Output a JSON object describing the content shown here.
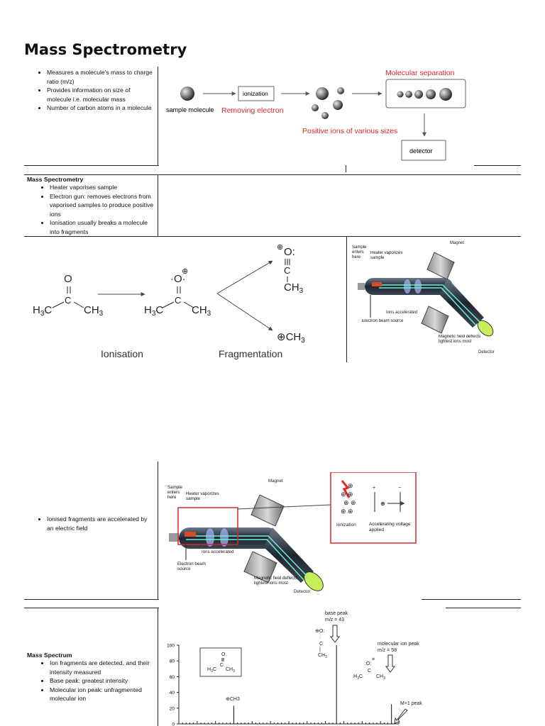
{
  "title": "Mass Spectrometry",
  "section1": {
    "bullets": [
      "Measures a molecule's mass to charge ratio (m/z)",
      "Provides information on size of molecule i.e. molecular mass",
      "Number of carbon atoms in a molecule"
    ],
    "diagram": {
      "sample_molecule": "sample molecule",
      "ionization": "ionization",
      "removing_electron": "Removing electron",
      "positive_ions": "Positive ions of various sizes",
      "molecular_separation": "Molecular separation",
      "detector": "detector",
      "accent_color": "#e0262a"
    }
  },
  "section2": {
    "heading": "Mass Spectrometry",
    "bullets": [
      "Heater vaporises sample",
      "Electron gun: removes electrons from vaporised samples to produce positive ions",
      "Ionisation usually breaks a molecule into fragments"
    ],
    "ionisation_label": "Ionisation",
    "fragmentation_label": "Fragmentation",
    "apparatus": {
      "magnet": "Magnet",
      "sample_enters": "Sample enters here",
      "heater": "Heater vaporizes sample",
      "ions_accelerated": "Ions accelerated",
      "electron_beam": "Electron beam source",
      "magnetic_field": "Magnetic field deflects lightest ions most",
      "detector": "Detector"
    }
  },
  "section3": {
    "bullets": [
      "Ionised fragments are accelerated by an electric field"
    ],
    "inset": {
      "ionization": "Ionization",
      "accelerating": "Accelerating voltage applied"
    }
  },
  "section4": {
    "heading": "Mass Spectrum",
    "bullets": [
      "Ion fragments are detected, and their intensity measured",
      "Base peak: greatest intensity",
      "Molecular ion peak: unfragmented molecular ion"
    ]
  },
  "chart_data": {
    "type": "bar",
    "y_ticks": [
      0,
      20,
      40,
      60,
      80,
      100
    ],
    "ylim": [
      0,
      100
    ],
    "annotations": {
      "base_peak": "base peak",
      "base_peak_mz": "m/z = 43",
      "molecular_ion_peak": "molecular ion peak",
      "molecular_ion_mz": "m/z = 58",
      "m_plus_1": "M+1 peak",
      "ch3_label": "CH3"
    },
    "peaks": [
      {
        "mz": 15,
        "intensity": 23
      },
      {
        "mz": 43,
        "intensity": 100
      },
      {
        "mz": 58,
        "intensity": 25
      }
    ]
  }
}
